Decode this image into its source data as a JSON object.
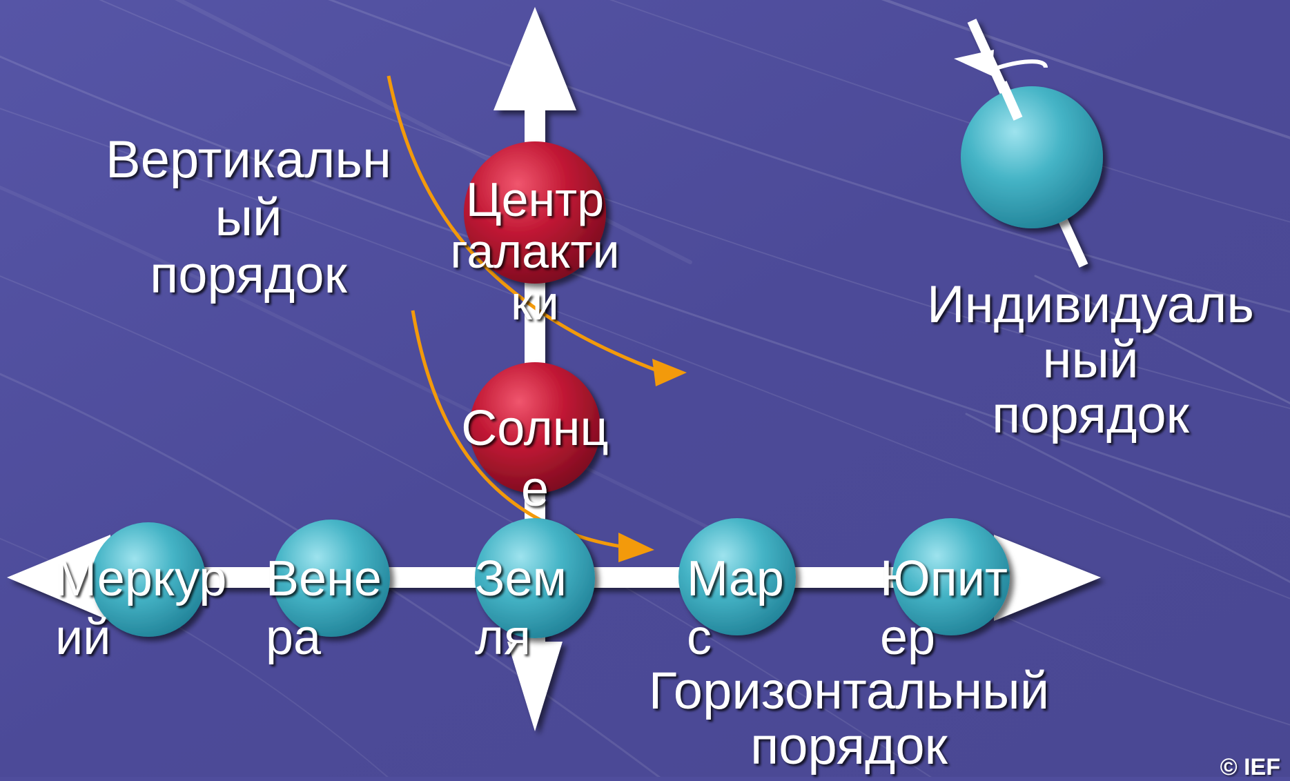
{
  "colors": {
    "background": "#4f4d9c",
    "planet": "#45b4c6",
    "star": "#c21935",
    "orbit_arrow": "#f39a0b",
    "axis": "#ffffff"
  },
  "labels": {
    "vertical_order": [
      "Вертикальн",
      "ый",
      "порядок"
    ],
    "horizontal_order": [
      "Горизонтальный",
      "порядок"
    ],
    "individual_order": [
      "Индивидуаль",
      "ный",
      "порядок"
    ]
  },
  "stars": {
    "galaxy_center": [
      "Центр",
      "галакти",
      "ки"
    ],
    "sun": [
      "Солнц",
      "е"
    ]
  },
  "planets": {
    "mercury": [
      "Меркур",
      "ий"
    ],
    "venus": [
      "Вене",
      "ра"
    ],
    "earth": [
      "Зем",
      "ля"
    ],
    "mars": [
      "Мар",
      "с"
    ],
    "jupiter": [
      "Юпит",
      "ер"
    ]
  },
  "copyright": "© IEF"
}
